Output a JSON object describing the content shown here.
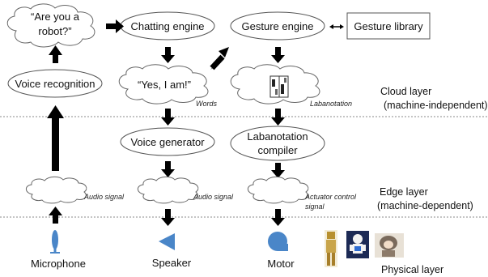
{
  "nodes": {
    "question_line1": "“Are you a",
    "question_line2": "robot?”",
    "chatting_engine": "Chatting engine",
    "gesture_engine": "Gesture engine",
    "gesture_library": "Gesture library",
    "voice_recognition": "Voice recognition",
    "answer": "“Yes, I am!”",
    "voice_generator": "Voice generator",
    "labanotation_compiler_line1": "Labanotation",
    "labanotation_compiler_line2": "compiler"
  },
  "annotations": {
    "words": "Words",
    "labanotation": "Labanotation",
    "audio_signal_mic": "Audio signal",
    "audio_signal_speaker": "Audio signal",
    "actuator_line1": "Actuator control",
    "actuator_line2": "signal"
  },
  "layers": {
    "cloud_line1": "Cloud layer",
    "cloud_line2": "(machine-independent)",
    "edge_line1": "Edge layer",
    "edge_line2": "(machine-dependent)",
    "physical": "Physical layer"
  },
  "devices": {
    "microphone": "Microphone",
    "speaker": "Speaker",
    "motor": "Motor"
  },
  "colors": {
    "device_blue": "#4a86c8",
    "divider": "#888888"
  },
  "icons": [
    "microphone-icon",
    "speaker-icon",
    "motor-icon",
    "robot-photo-icons",
    "labanotation-score-icon"
  ]
}
